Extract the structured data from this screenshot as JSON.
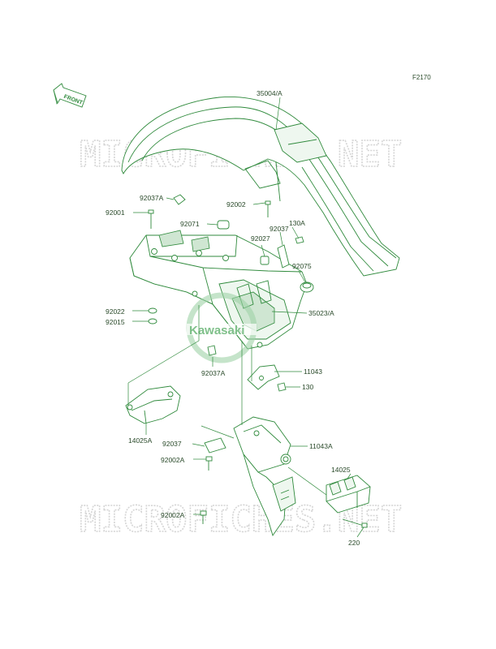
{
  "diagram": {
    "id": "F2170",
    "direction_label": "FRONT",
    "brand_mark": "Kawasaki",
    "watermark": "MICROFICHES.NET"
  },
  "parts": {
    "p35004A": "35004/A",
    "p92037A_top": "92037A",
    "p92001": "92001",
    "p92002": "92002",
    "p92071": "92071",
    "p130A": "130A",
    "p92037_top": "92037",
    "p92027": "92027",
    "p92075": "92075",
    "p92022": "92022",
    "p92015": "92015",
    "p35023A": "35023/A",
    "p92037A_mid": "92037A",
    "p11043": "11043",
    "p130": "130",
    "p14025A": "14025A",
    "p92037_low": "92037",
    "p11043A": "11043A",
    "p92002A_1": "92002A",
    "p92002A_2": "92002A",
    "p14025": "14025",
    "p220": "220"
  },
  "colors": {
    "line": "#2f8a3c",
    "label": "#2a4a2a",
    "watermark": "#d5d5d5"
  }
}
